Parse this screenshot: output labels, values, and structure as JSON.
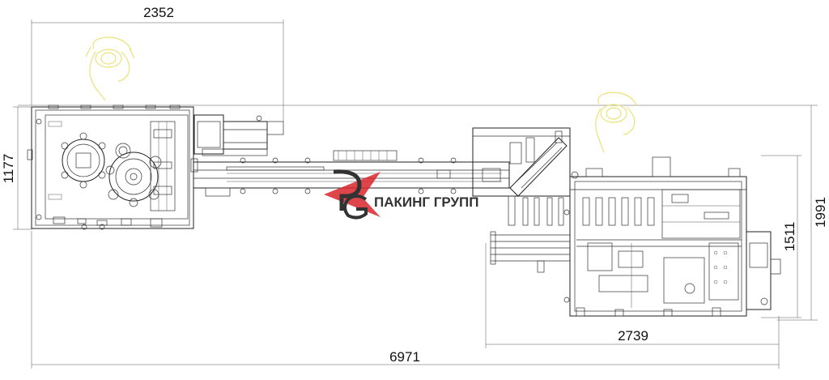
{
  "dimensions": {
    "top_width": "2352",
    "left_height": "1177",
    "right_inner_height": "1511",
    "right_total_height": "1991",
    "right_width": "2739",
    "total_length": "6971"
  },
  "logo": {
    "text": "ПАКИНГ ГРУПП",
    "accent_color": "#d9262c"
  },
  "colors": {
    "line": "#222222",
    "operator": "#ece27a",
    "background": "#ffffff"
  }
}
